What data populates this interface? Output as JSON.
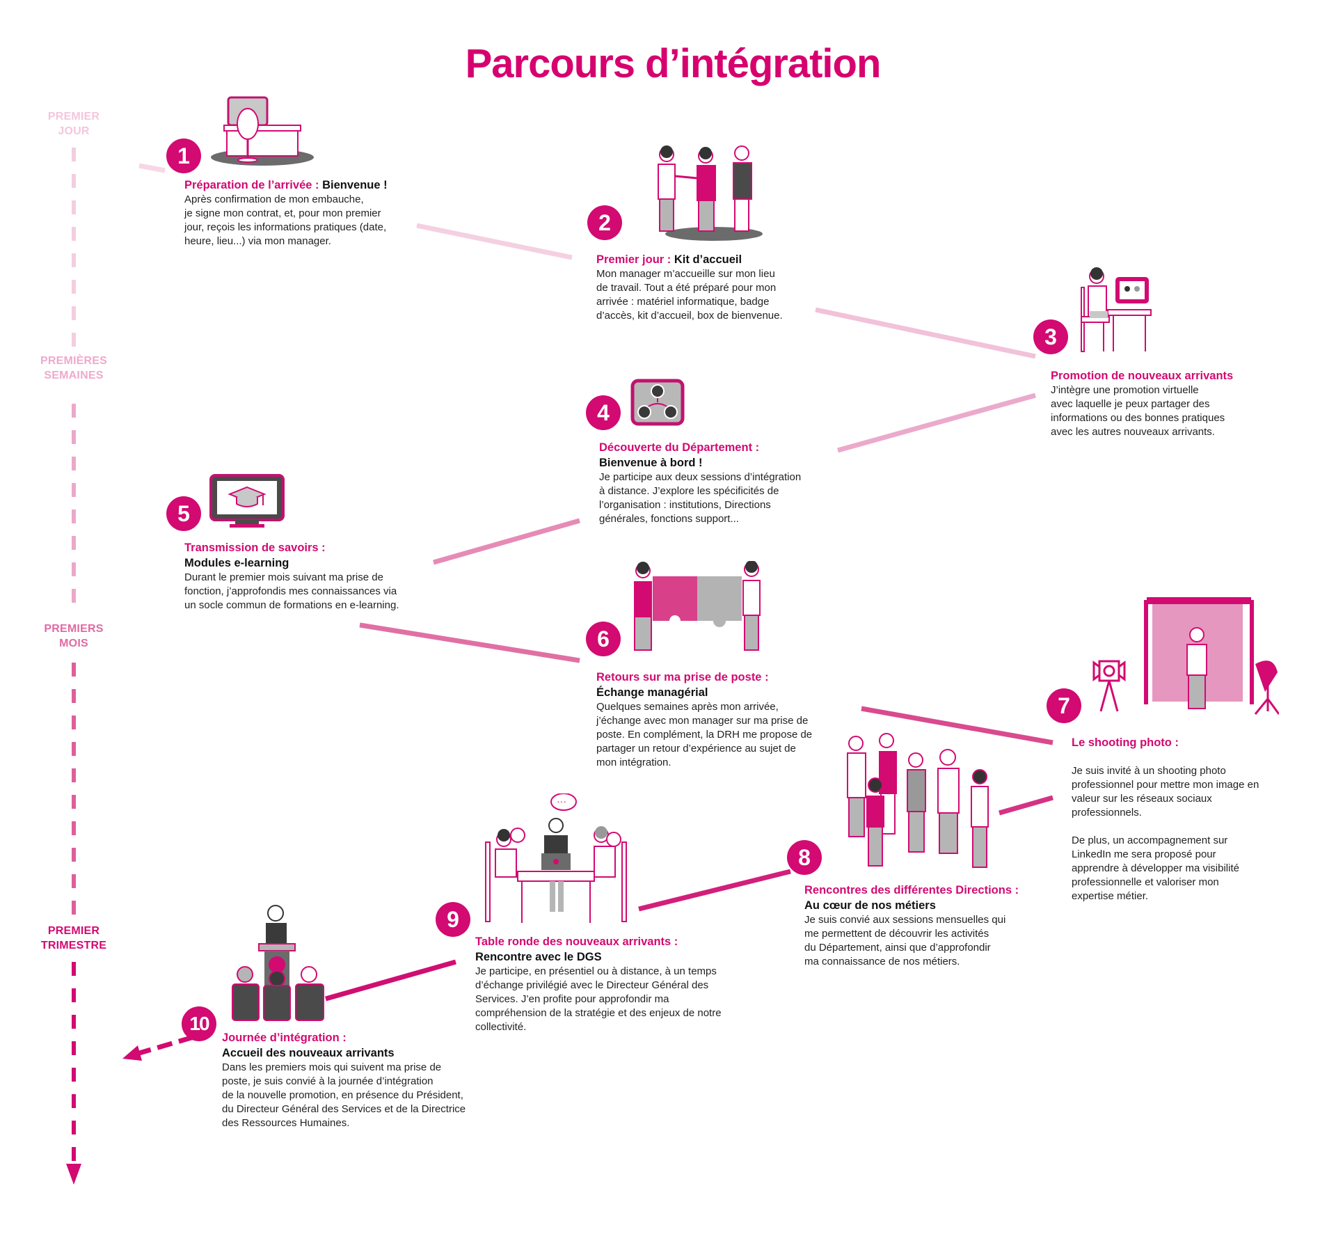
{
  "title": "Parcours d’intégration",
  "colors": {
    "accent": "#d20a72",
    "title": "#d6006f",
    "gray": "#8c8c8c",
    "dark": "#4a4a4a",
    "pale": "#f5cfe1"
  },
  "phases": [
    {
      "line1": "PREMIER",
      "line2": "JOUR",
      "color": "#f4c6dc"
    },
    {
      "line1": "PREMIÈRES",
      "line2": "SEMAINES",
      "color": "#eeaacb"
    },
    {
      "line1": "PREMIERS",
      "line2": "MOIS",
      "color": "#e06aa3"
    },
    {
      "line1": "PREMIER",
      "line2": "TRIMESTRE",
      "color": "#d20a72"
    }
  ],
  "steps": [
    {
      "number": "1",
      "heading": "Préparation de l’arrivée :",
      "heading_dark": " Bienvenue !",
      "subtitle": "",
      "body": [
        "Après confirmation de mon embauche,",
        "je signe mon contrat, et, pour mon premier",
        "jour, reçois les informations pratiques (date,",
        "heure, lieu...) via mon manager."
      ],
      "icon": "desk-icon"
    },
    {
      "number": "2",
      "heading": "Premier jour :",
      "heading_dark": " Kit d’accueil",
      "subtitle": "",
      "body": [
        "Mon manager m’accueille sur mon lieu",
        "de travail. Tout a été préparé pour mon",
        "arrivée : matériel informatique, badge",
        "d’accès, kit d’accueil, box de bienvenue."
      ],
      "icon": "handshake-icon"
    },
    {
      "number": "3",
      "heading": "Promotion de nouveaux arrivants",
      "heading_dark": "",
      "subtitle": "",
      "body": [
        "J’intègre une promotion virtuelle",
        "avec laquelle je peux partager des",
        "informations ou des bonnes pratiques",
        "avec les autres nouveaux arrivants."
      ],
      "icon": "computer-user-icon"
    },
    {
      "number": "4",
      "heading": "Découverte du Département :",
      "heading_dark": "",
      "subtitle": "Bienvenue à bord !",
      "body": [
        "Je participe aux deux sessions d’intégration",
        "à distance. J’explore les spécificités de",
        "l’organisation : institutions, Directions",
        "générales, fonctions support..."
      ],
      "icon": "network-icon"
    },
    {
      "number": "5",
      "heading": "Transmission de savoirs :",
      "heading_dark": "",
      "subtitle": "Modules e-learning",
      "body": [
        "Durant le premier mois suivant ma prise de",
        "fonction, j’approfondis mes connaissances via",
        "un socle commun de formations en e-learning."
      ],
      "icon": "elearning-icon"
    },
    {
      "number": "6",
      "heading": "Retours sur ma prise de poste :",
      "heading_dark": "",
      "subtitle": "Échange managérial",
      "body": [
        "Quelques semaines après mon arrivée,",
        "j’échange avec mon manager sur ma prise de",
        "poste. En complément, la DRH me propose de",
        "partager un retour d’expérience au sujet de",
        "mon intégration."
      ],
      "icon": "puzzle-icon"
    },
    {
      "number": "7",
      "heading": "Le shooting photo :",
      "heading_dark": "",
      "subtitle": "",
      "body": [
        "",
        "Je suis invité à un shooting photo",
        "professionnel pour mettre mon image en",
        "valeur sur les réseaux sociaux",
        "professionnels.",
        "",
        "De plus, un accompagnement sur",
        "LinkedIn me sera proposé pour",
        "apprendre à développer ma visibilité",
        "professionnelle et valoriser mon",
        "expertise métier."
      ],
      "icon": "photo-studio-icon"
    },
    {
      "number": "8",
      "heading": "Rencontres des différentes Directions :",
      "heading_dark": "",
      "subtitle": "Au cœur de nos métiers",
      "body": [
        "Je suis convié aux sessions mensuelles qui",
        "me permettent de découvrir les activités",
        "du Département, ainsi que d’approfondir",
        "ma connaissance de nos métiers."
      ],
      "icon": "group-icon"
    },
    {
      "number": "9",
      "heading": "Table ronde des nouveaux arrivants :",
      "heading_dark": "",
      "subtitle": "Rencontre avec le DGS",
      "body": [
        "Je participe, en présentiel ou à distance, à un temps",
        "d’échange privilégié avec le Directeur Général des",
        "Services. J’en profite pour approfondir ma",
        "compréhension de la stratégie et des enjeux de notre",
        "collectivité."
      ],
      "icon": "round-table-icon"
    },
    {
      "number": "10",
      "heading": "Journée d’intégration :",
      "heading_dark": "",
      "subtitle": "Accueil des nouveaux arrivants",
      "body": [
        "Dans les premiers mois qui suivent ma prise de",
        "poste, je suis convié à la journée d’intégration",
        "de la nouvelle promotion, en présence du Président,",
        "du Directeur Général des Services et de la Directrice",
        "des Ressources Humaines."
      ],
      "icon": "speaker-podium-icon"
    }
  ]
}
